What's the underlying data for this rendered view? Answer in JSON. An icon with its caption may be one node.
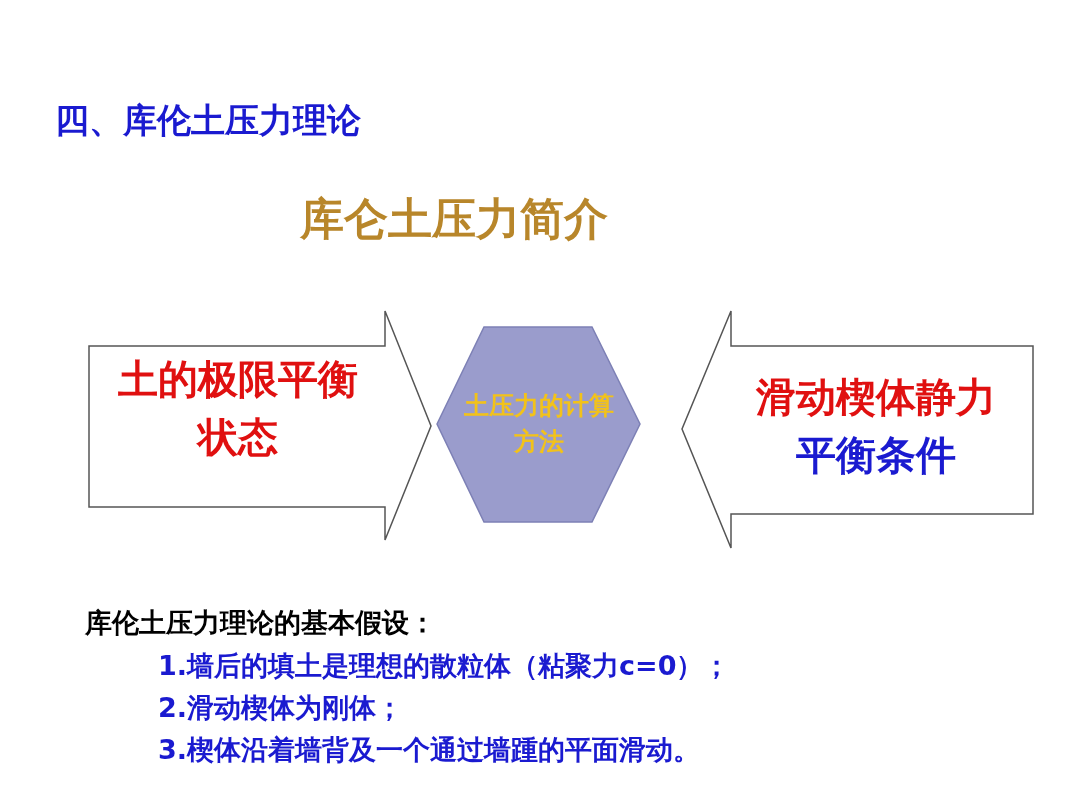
{
  "diagram": {
    "title": "四、库伦土压力理论",
    "nodes": [
      {
        "text": [
          "土的极限平衡状态"
        ]
      },
      {
        "text": [
          "土压力的计算方法"
        ]
      },
      {
        "text": [
          "滑动楔体静力平衡条件"
        ]
      }
    ],
    "labels": [
      "库仑土压力简介",
      "库伦土压力理论的基本假设：",
      "1.墙后的填土是理想的散粒体（粘聚力c=0）；",
      "2.滑动楔体为刚体；",
      "3.楔体沿着墙背及一个通过墙踵的平面滑动。"
    ]
  }
}
